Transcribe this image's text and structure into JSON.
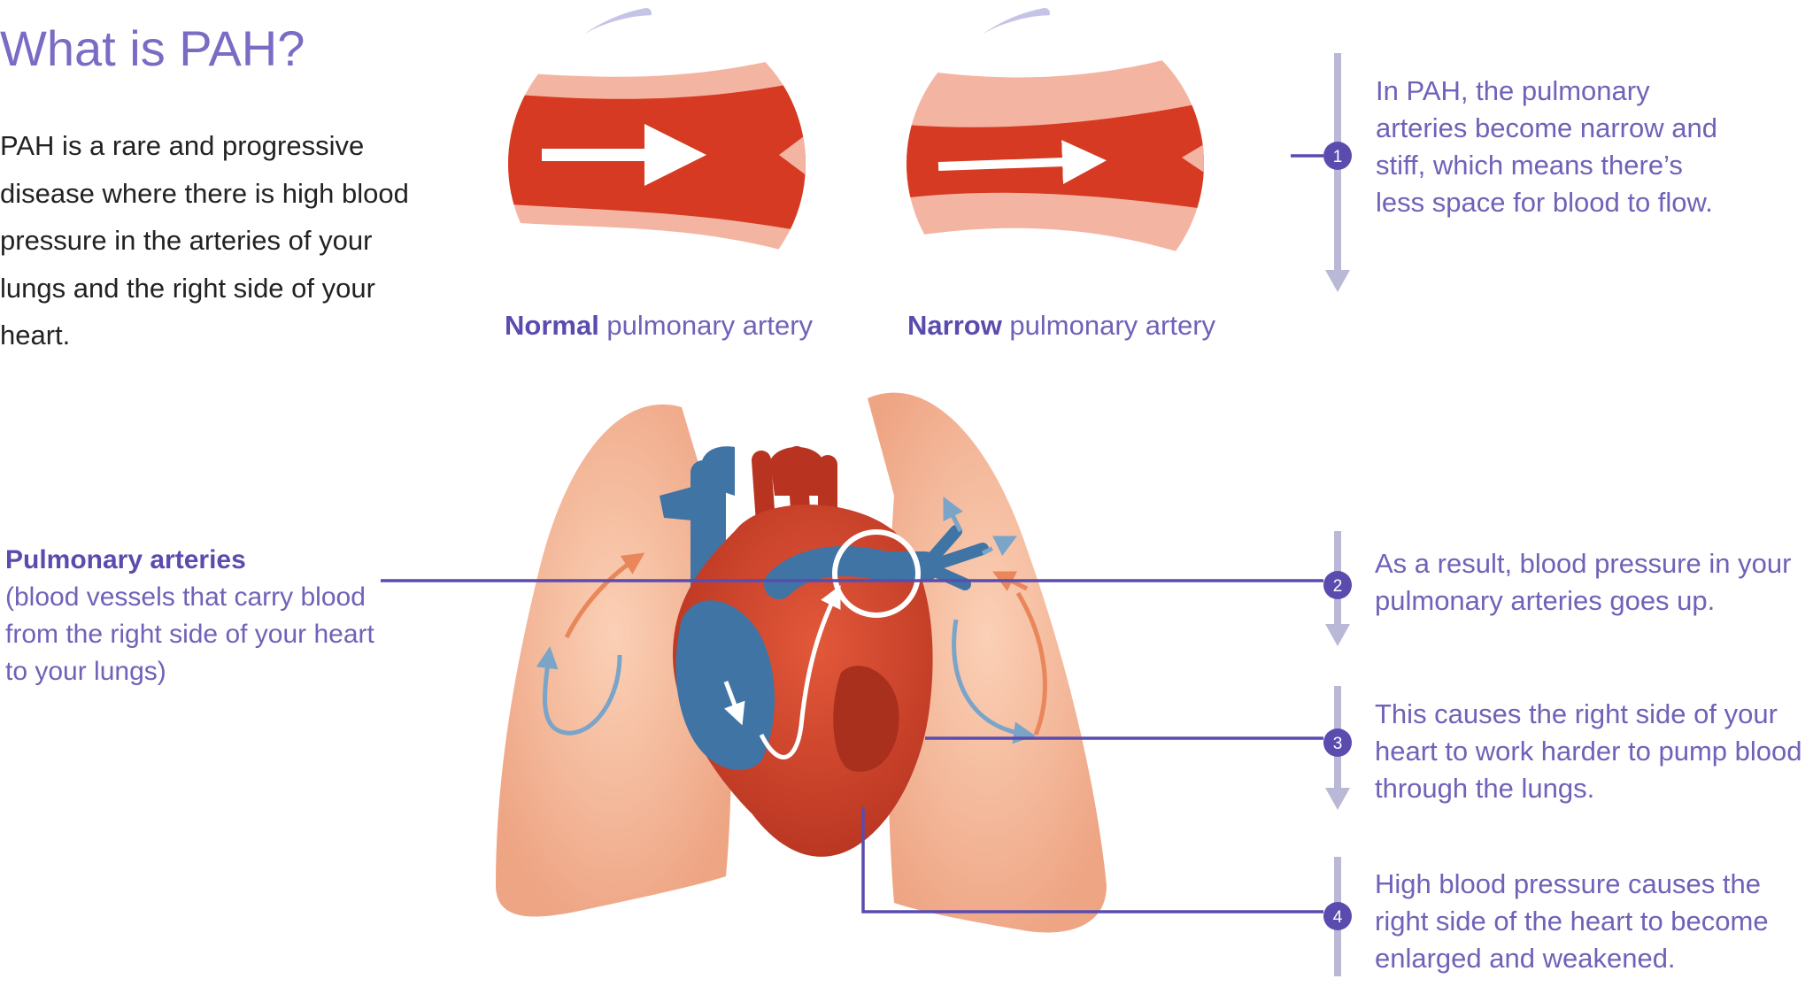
{
  "title": "What is PAH?",
  "intro": "PAH is a rare and progressive disease where there is high blood pressure in the arteries of your lungs and the right side of your heart.",
  "arteries": {
    "normal": {
      "bold": "Normal",
      "rest": " pulmonary artery"
    },
    "narrow": {
      "bold": "Narrow",
      "rest": " pulmonary artery"
    }
  },
  "pulmonary_label": {
    "heading": "Pulmonary arteries",
    "body": "(blood vessels that carry blood from the right side of your heart to your lungs)"
  },
  "steps": [
    {
      "number": "1",
      "text": "In PAH, the pulmonary arteries become narrow and stiff, which means there’s less space for blood to flow."
    },
    {
      "number": "2",
      "text": "As a result, blood pressure in your pulmonary arteries goes up."
    },
    {
      "number": "3",
      "text": "This causes the right side of your heart to work harder to pump blood through the lungs."
    },
    {
      "number": "4",
      "text": "High blood pressure causes the right side of the heart to become enlarged and weakened."
    }
  ],
  "colors": {
    "accent_purple": "#5a4cae",
    "title_purple": "#7a6bc4",
    "timeline_gray": "#b9b8d6",
    "blood_red": "#d63a22",
    "vessel_pink": "#f4b4a2",
    "vein_blue": "#3f74a4",
    "lung_peach": "#f3b596"
  }
}
